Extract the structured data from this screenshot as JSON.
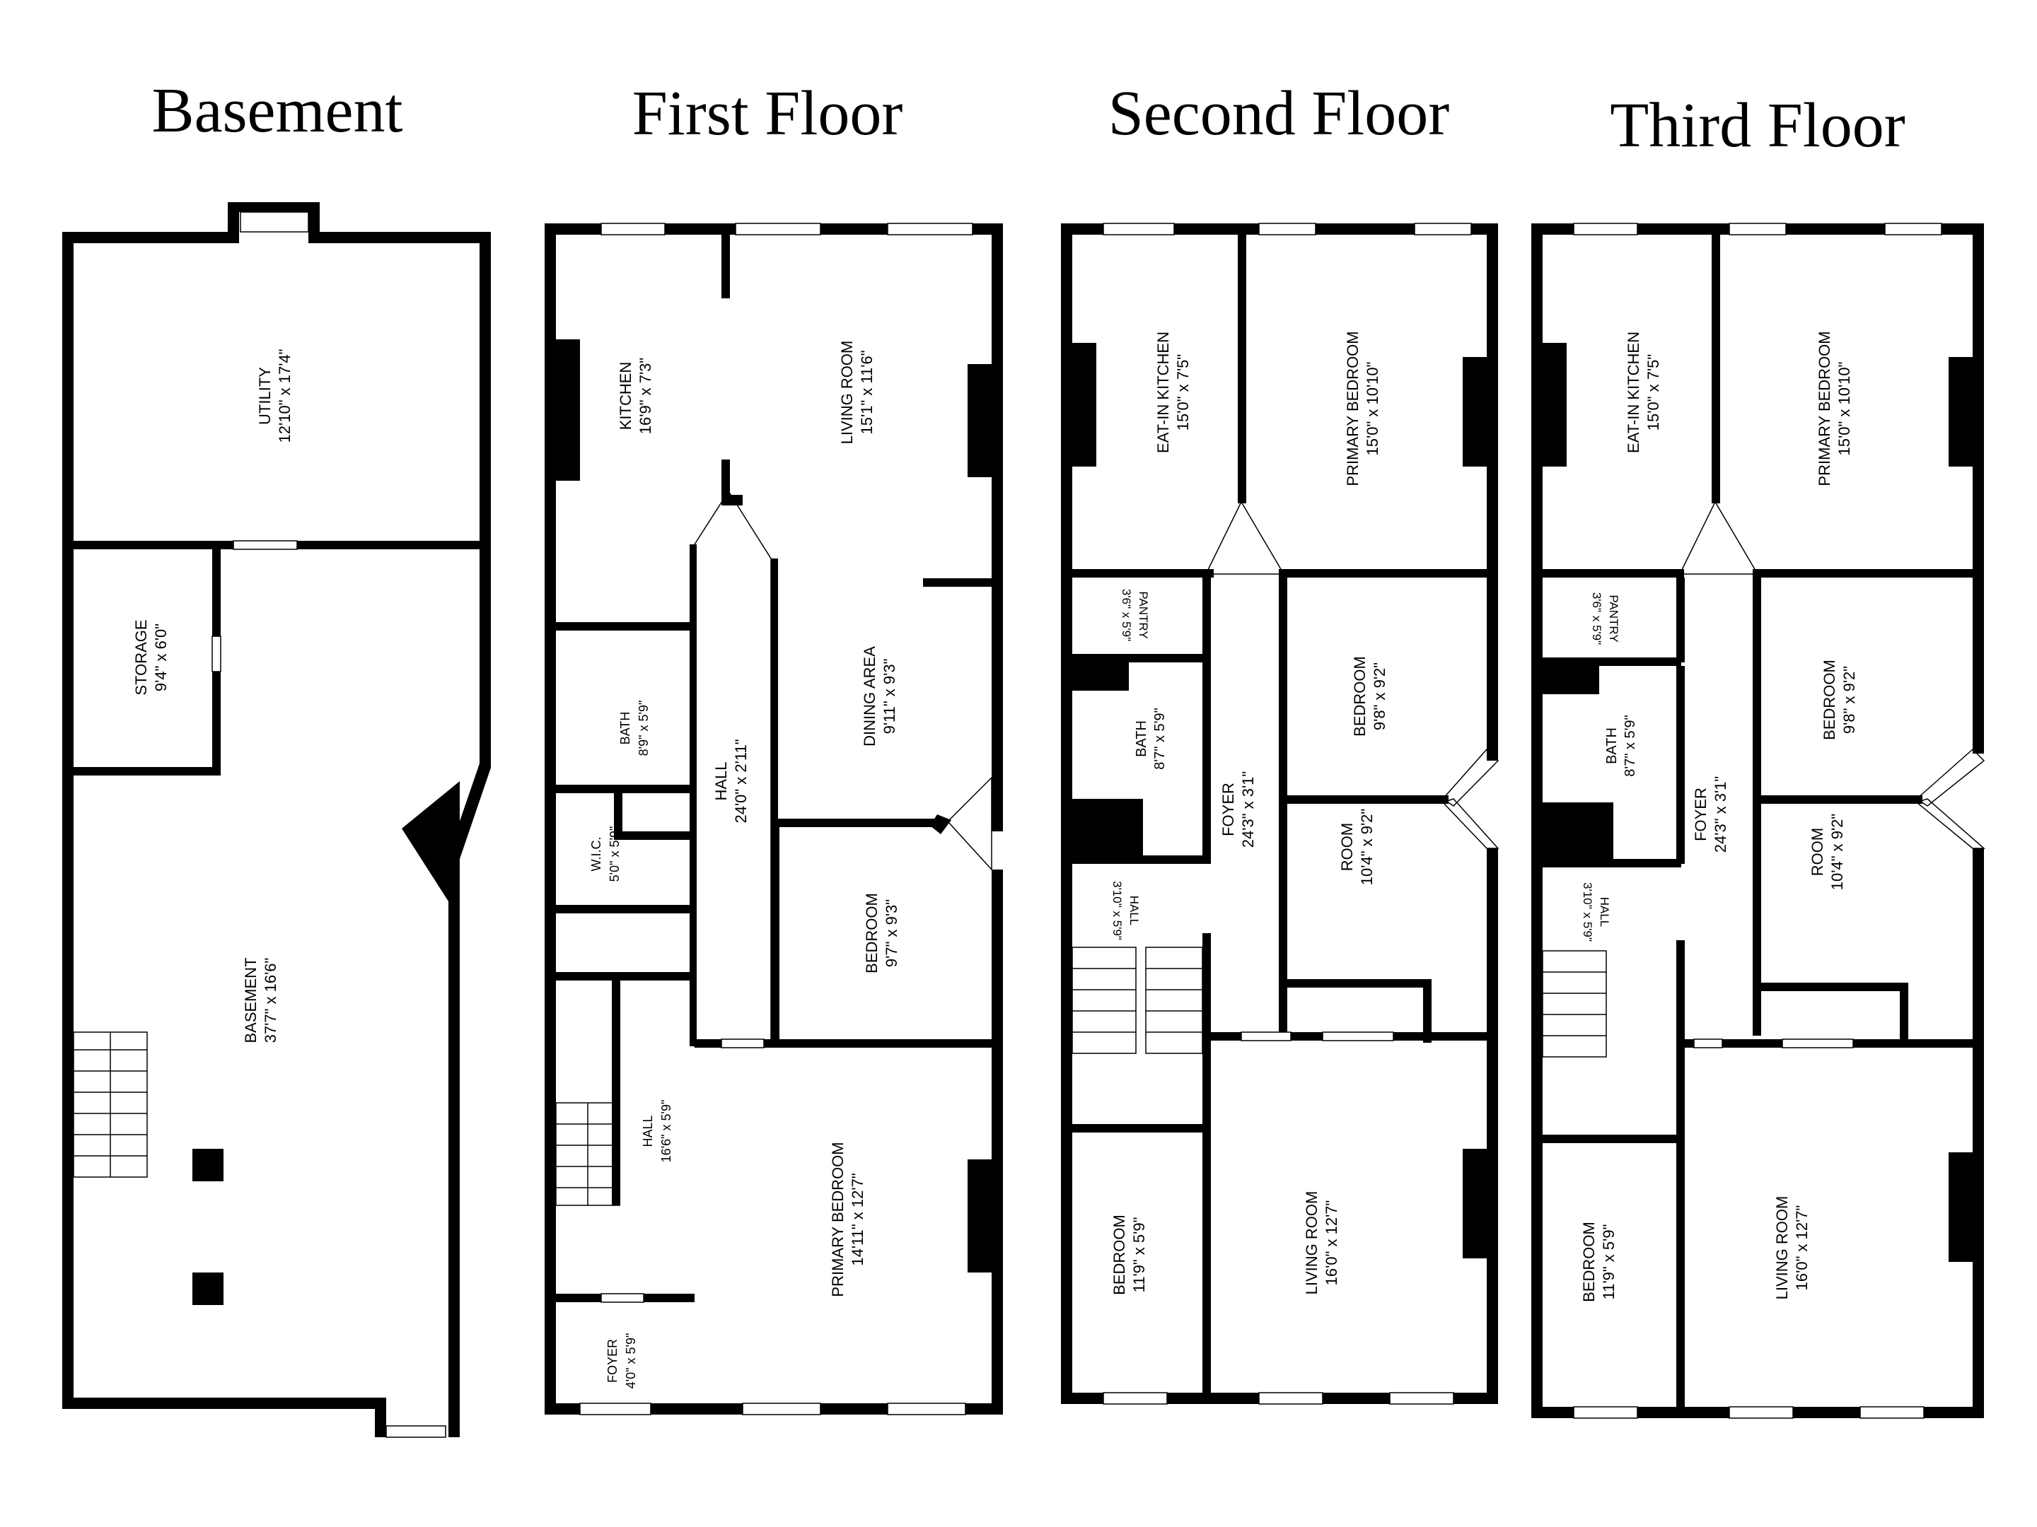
{
  "colors": {
    "wall": "#000000",
    "background": "#ffffff"
  },
  "floors": [
    {
      "title": "Basement",
      "rooms": [
        {
          "name": "UTILITY",
          "dims": "12'10\" x 17'4\""
        },
        {
          "name": "STORAGE",
          "dims": "9'4\" x 6'0\""
        },
        {
          "name": "BASEMENT",
          "dims": "37'7\" x 16'6\""
        }
      ]
    },
    {
      "title": "First Floor",
      "rooms": [
        {
          "name": "KITCHEN",
          "dims": "16'9\" x 7'3\""
        },
        {
          "name": "LIVING ROOM",
          "dims": "15'1\" x 11'6\""
        },
        {
          "name": "BATH",
          "dims": "8'9\" x 5'9\""
        },
        {
          "name": "HALL",
          "dims": "24'0\" x 2'11\""
        },
        {
          "name": "DINING AREA",
          "dims": "9'11\" x 9'3\""
        },
        {
          "name": "W.I.C.",
          "dims": "5'0\" x 5'9\""
        },
        {
          "name": "BEDROOM",
          "dims": "9'7\" x 9'3\""
        },
        {
          "name": "HALL",
          "dims": "16'6\" x 5'9\""
        },
        {
          "name": "PRIMARY BEDROOM",
          "dims": "14'11\" x 12'7\""
        },
        {
          "name": "FOYER",
          "dims": "4'0\" x 5'9\""
        }
      ]
    },
    {
      "title": "Second Floor",
      "rooms": [
        {
          "name": "EAT-IN KITCHEN",
          "dims": "15'0\" x 7'5\""
        },
        {
          "name": "PRIMARY BEDROOM",
          "dims": "15'0\" x 10'10\""
        },
        {
          "name": "PANTRY",
          "dims": "3'6\" x 5'9\""
        },
        {
          "name": "BEDROOM",
          "dims": "9'8\" x 9'2\""
        },
        {
          "name": "BATH",
          "dims": "8'7\" x 5'9\""
        },
        {
          "name": "FOYER",
          "dims": "24'3\" x 3'1\""
        },
        {
          "name": "ROOM",
          "dims": "10'4\" x 9'2\""
        },
        {
          "name": "HALL",
          "dims": "3'10\" x 5'9\""
        },
        {
          "name": "BEDROOM",
          "dims": "11'9\" x 5'9\""
        },
        {
          "name": "LIVING ROOM",
          "dims": "16'0\" x 12'7\""
        }
      ]
    },
    {
      "title": "Third Floor",
      "rooms": [
        {
          "name": "EAT-IN KITCHEN",
          "dims": "15'0\" x 7'5\""
        },
        {
          "name": "PRIMARY BEDROOM",
          "dims": "15'0\" x 10'10\""
        },
        {
          "name": "PANTRY",
          "dims": "3'6\" x 5'9\""
        },
        {
          "name": "BEDROOM",
          "dims": "9'8\" x 9'2\""
        },
        {
          "name": "BATH",
          "dims": "8'7\" x 5'9\""
        },
        {
          "name": "FOYER",
          "dims": "24'3\" x 3'1\""
        },
        {
          "name": "ROOM",
          "dims": "10'4\" x 9'2\""
        },
        {
          "name": "HALL",
          "dims": "3'10\" x 5'9\""
        },
        {
          "name": "BEDROOM",
          "dims": "11'9\" x 5'9\""
        },
        {
          "name": "LIVING ROOM",
          "dims": "16'0\" x 12'7\""
        }
      ]
    }
  ]
}
